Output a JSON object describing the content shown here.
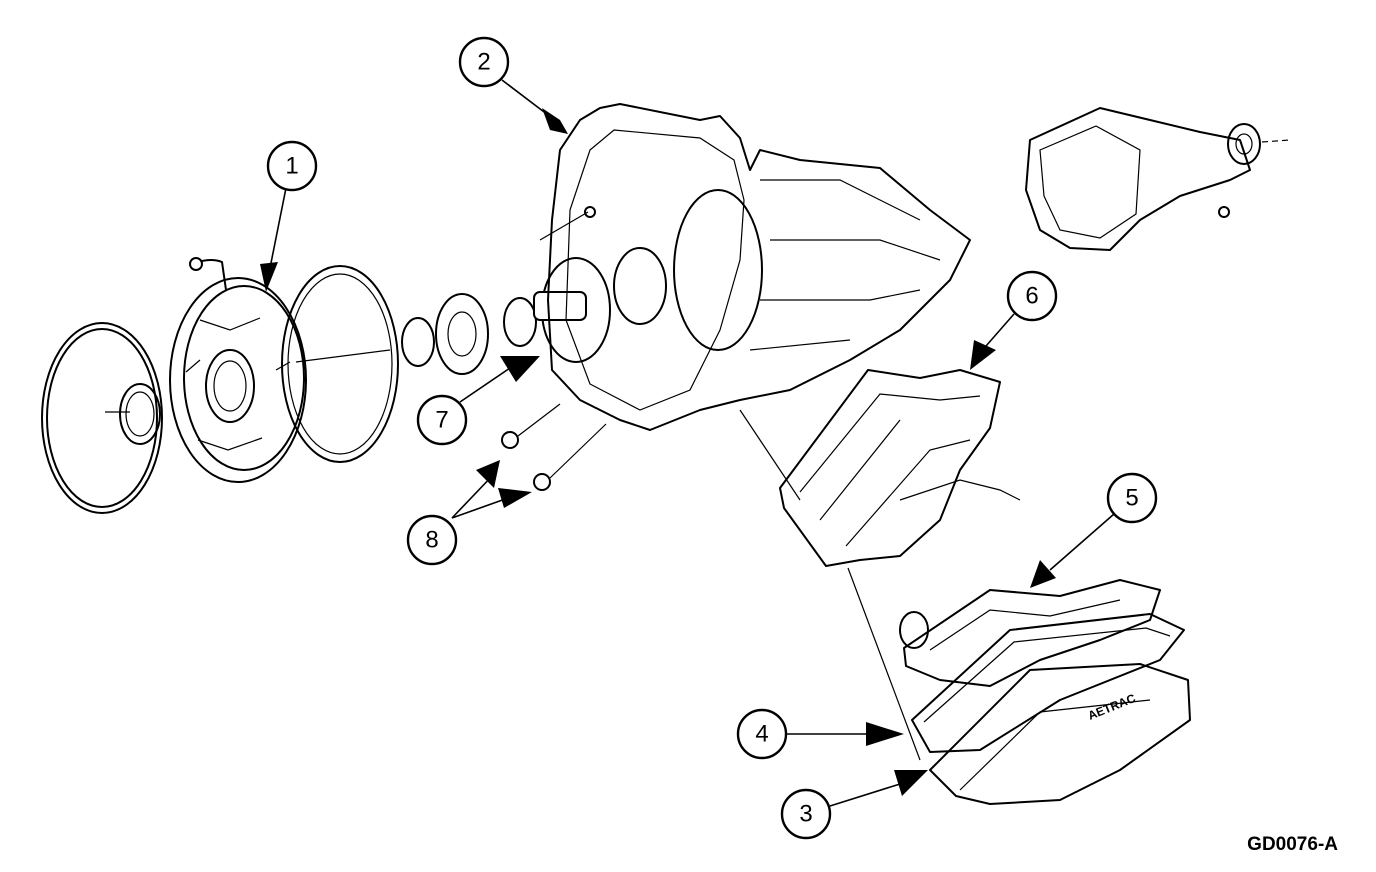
{
  "figure_code": "GD0076-A",
  "callouts": [
    "1",
    "2",
    "3",
    "4",
    "5",
    "6",
    "7",
    "8"
  ]
}
